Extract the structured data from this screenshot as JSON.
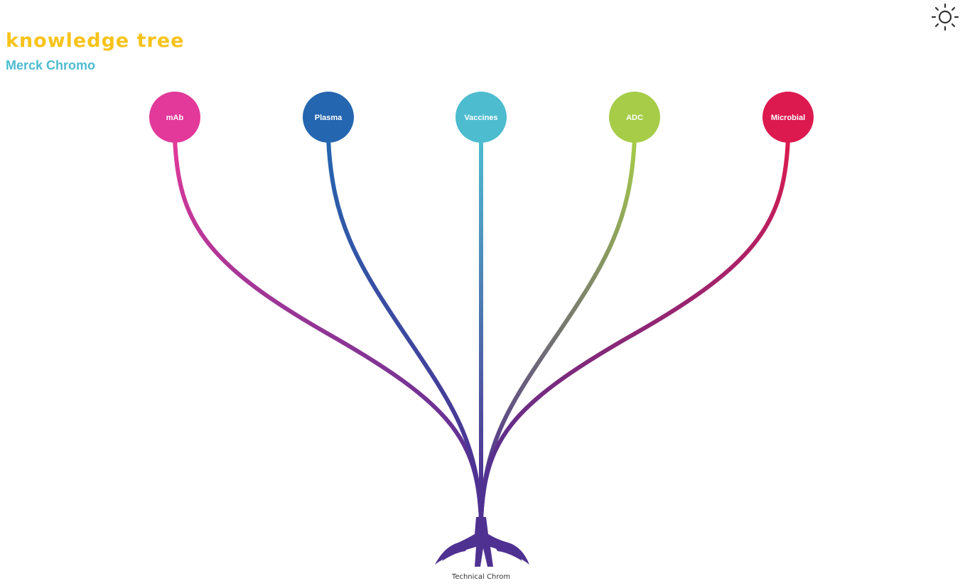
{
  "header": {
    "title": "Knowledge Tree",
    "subtitle": "Merck Chromo",
    "theme_icon": "sun-icon"
  },
  "tree": {
    "root": {
      "label": "Technical Chrom",
      "color": "#4f3192"
    },
    "branches": [
      {
        "label": "mAb",
        "color": "#e2399a"
      },
      {
        "label": "Plasma",
        "color": "#2566b0"
      },
      {
        "label": "Vaccines",
        "color": "#4dbccf"
      },
      {
        "label": "ADC",
        "color": "#a6cc48"
      },
      {
        "label": "Microbial",
        "color": "#dc1a4f"
      }
    ]
  }
}
